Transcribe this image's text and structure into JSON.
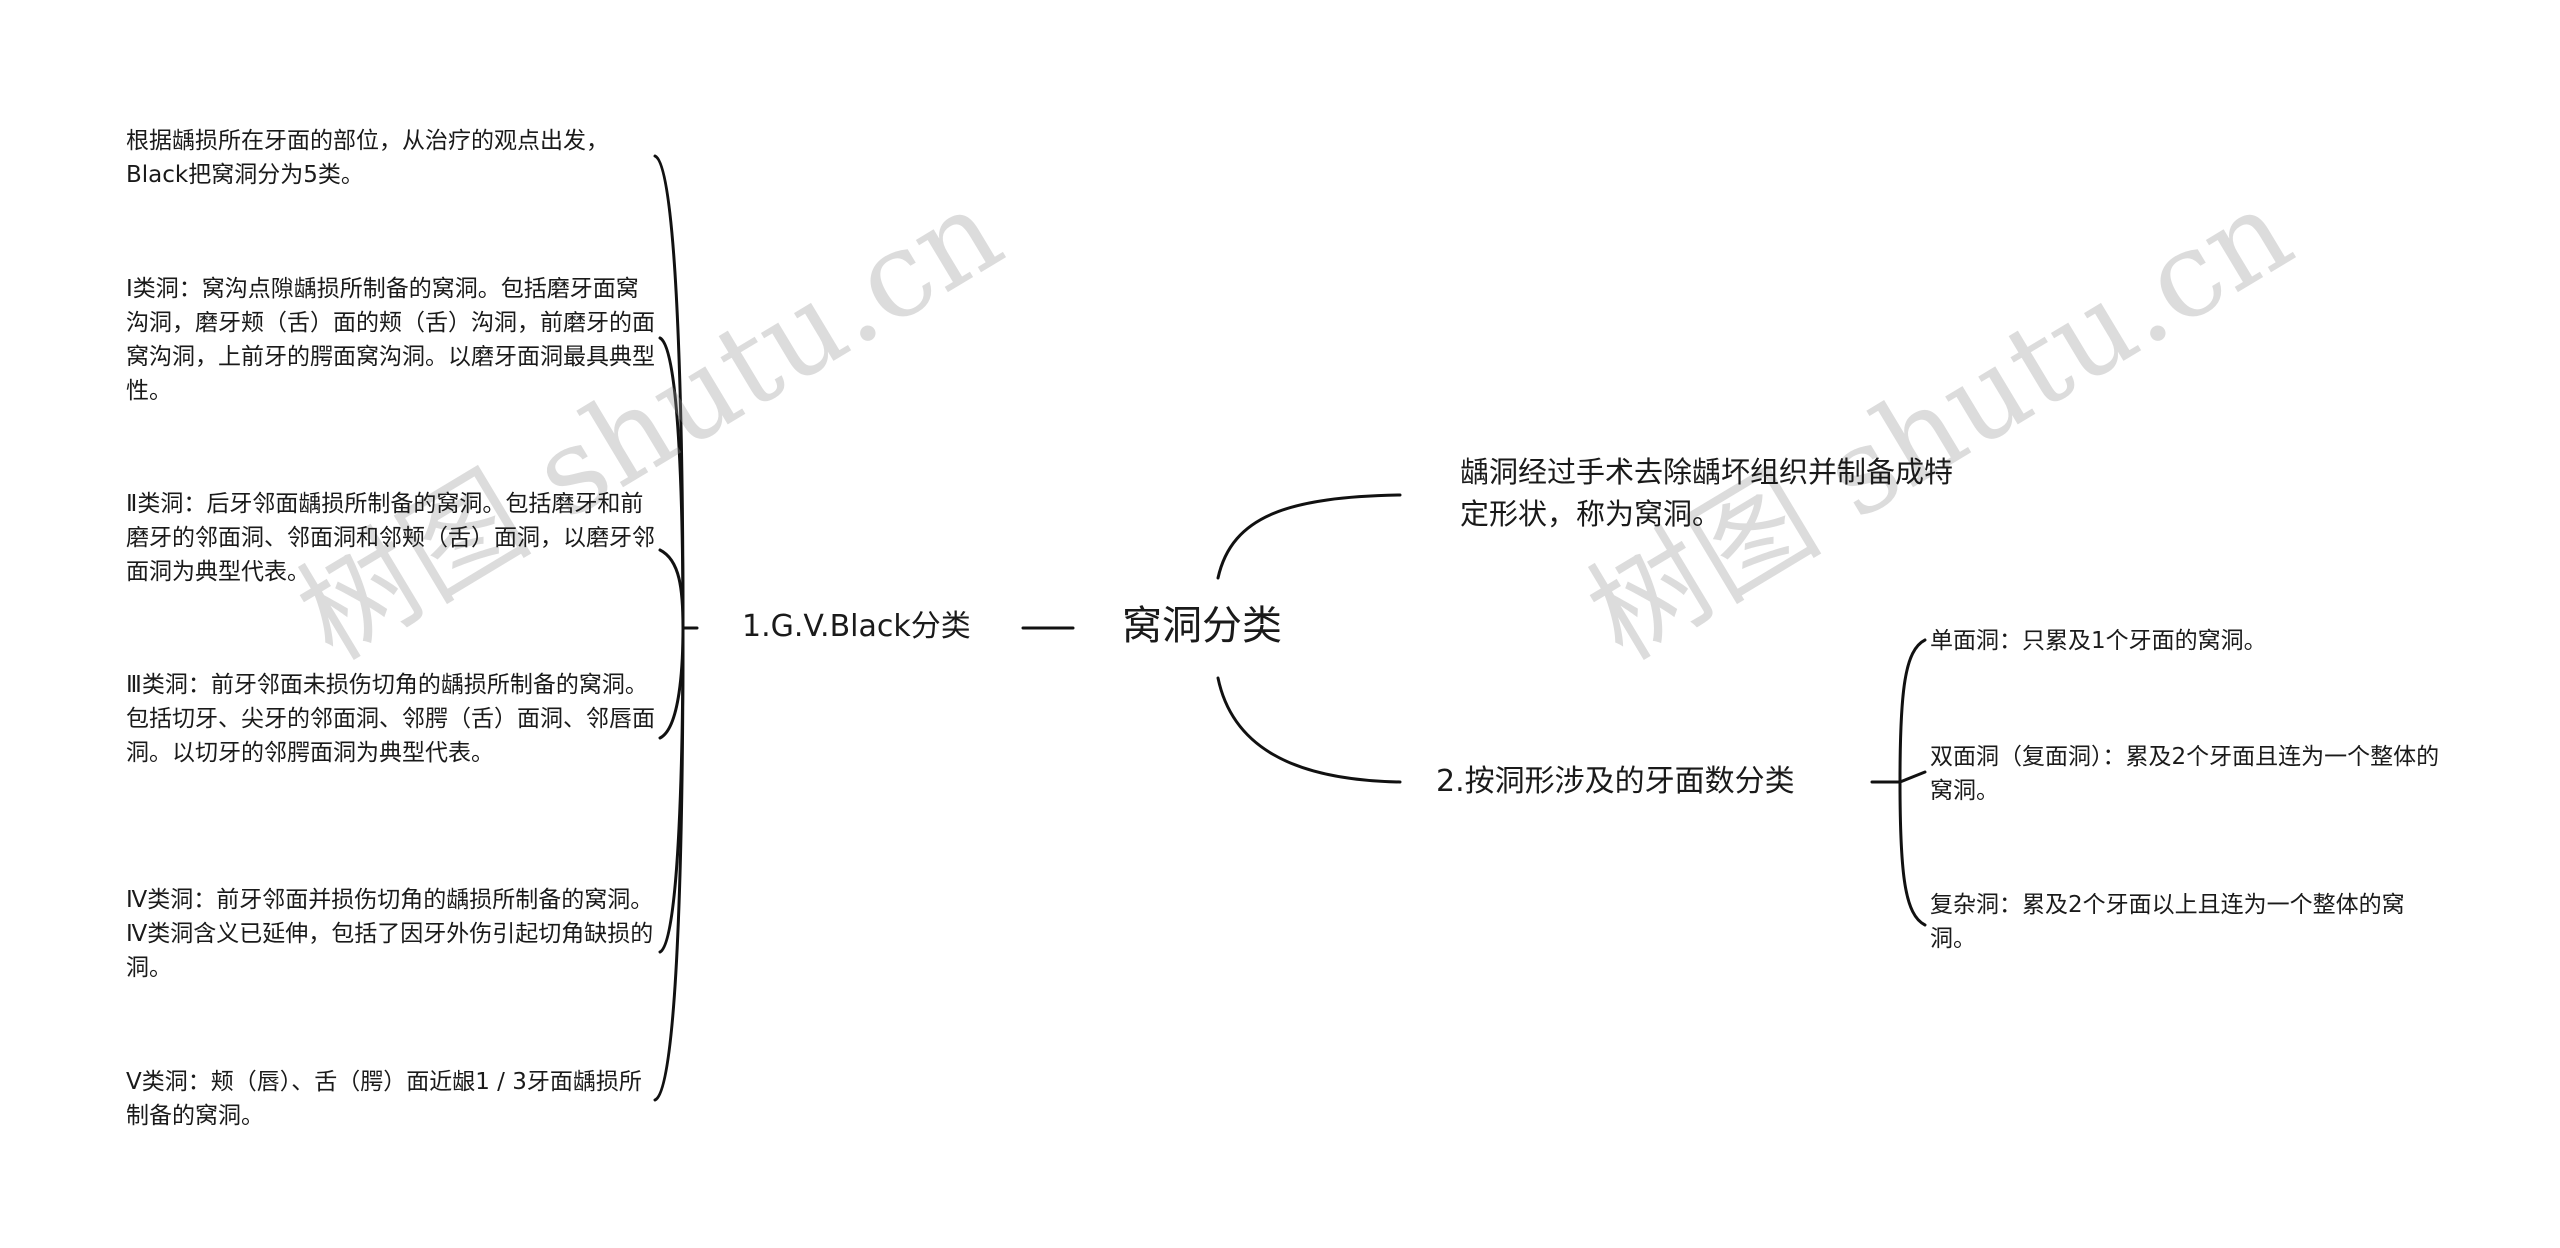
{
  "center": {
    "label": "窝洞分类"
  },
  "definition": {
    "text": "龋洞经过手术去除龋坏组织并制备成特定形状，称为窝洞。"
  },
  "branch_black": {
    "label": "1.G.V.Black分类",
    "items": [
      "根据龋损所在牙面的部位，从治疗的观点出发，Black把窝洞分为5类。",
      " Ⅰ类洞：窝沟点隙龋损所制备的窝洞。包括磨牙面窝沟洞，磨牙颊（舌）面的颊（舌）沟洞，前磨牙的面窝沟洞，上前牙的腭面窝沟洞。以磨牙面洞最具典型性。",
      "Ⅱ类洞：后牙邻面龋损所制备的窝洞。包括磨牙和前磨牙的邻面洞、邻面洞和邻颊（舌）面洞，以磨牙邻面洞为典型代表。",
      "Ⅲ类洞：前牙邻面未损伤切角的龋损所制备的窝洞。包括切牙、尖牙的邻面洞、邻腭（舌）面洞、邻唇面洞。以切牙的邻腭面洞为典型代表。",
      "Ⅳ类洞：前牙邻面并损伤切角的龋损所制备的窝洞。Ⅳ类洞含义已延伸，包括了因牙外伤引起切角缺损的洞。",
      "Ⅴ类洞：颊（唇）、舌（腭）面近龈1 / 3牙面龋损所制备的窝洞。"
    ]
  },
  "branch_surface": {
    "label": "2.按洞形涉及的牙面数分类",
    "items": [
      "单面洞：只累及1个牙面的窝洞。",
      "双面洞（复面洞）：累及2个牙面且连为一个整体的窝洞。",
      "复杂洞：累及2个牙面以上且连为一个整体的窝洞。"
    ]
  },
  "watermark": {
    "text": "树图 shutu.cn"
  },
  "colors": {
    "line": "#111111",
    "text": "#1a1a1a",
    "watermark": "#9a9a9a"
  }
}
